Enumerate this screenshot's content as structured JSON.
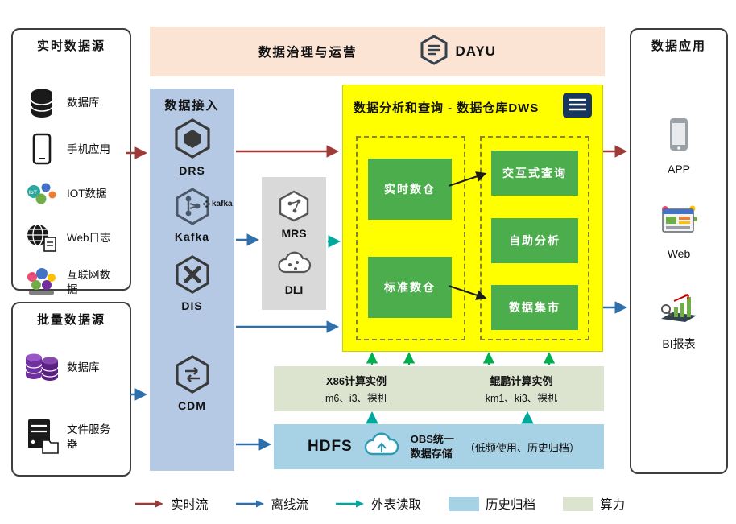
{
  "governance": {
    "title": "数据治理与运营",
    "logo_text": "DAYU"
  },
  "realtime_sources": {
    "title": "实时数据源",
    "items": [
      {
        "label": "数据库",
        "icon": "database-icon"
      },
      {
        "label": "手机应用",
        "icon": "mobile-phone-icon"
      },
      {
        "label": "IOT数据",
        "icon": "iot-icon"
      },
      {
        "label": "Web日志",
        "icon": "web-log-globe-icon"
      },
      {
        "label": "互联网数据",
        "icon": "internet-data-icon"
      }
    ]
  },
  "batch_sources": {
    "title": "批量数据源",
    "items": [
      {
        "label": "数据库",
        "icon": "purple-database-icon"
      },
      {
        "label": "文件服务器",
        "icon": "file-server-icon"
      }
    ]
  },
  "ingestion": {
    "title": "数据接入",
    "items": [
      {
        "label": "DRS",
        "icon": "drs-hexagon-icon"
      },
      {
        "label": "Kafka",
        "icon": "kafka-hexagon-icon",
        "logo": "kafka"
      },
      {
        "label": "DIS",
        "icon": "dis-hexagon-icon"
      },
      {
        "label": "CDM",
        "icon": "cdm-hexagon-icon"
      }
    ]
  },
  "processing": {
    "items": [
      {
        "label": "MRS",
        "icon": "mrs-hexagon-icon"
      },
      {
        "label": "DLI",
        "icon": "dli-cloud-icon"
      }
    ]
  },
  "dws": {
    "title": "数据分析和查询 - 数据仓库DWS",
    "warehouses": [
      {
        "label": "实时数仓"
      },
      {
        "label": "标准数仓"
      }
    ],
    "services": [
      {
        "label": "交互式查询"
      },
      {
        "label": "自助分析"
      },
      {
        "label": "数据集市"
      }
    ]
  },
  "compute": {
    "x86": {
      "title": "X86计算实例",
      "detail": "m6、i3、裸机"
    },
    "kunpeng": {
      "title": "鲲鹏计算实例",
      "detail": "km1、ki3、裸机"
    }
  },
  "storage": {
    "hdfs": "HDFS",
    "obs_line1": "OBS统一",
    "obs_line2": "数据存储",
    "obs_note": "（低频使用、历史归档）"
  },
  "applications": {
    "title": "数据应用",
    "items": [
      {
        "label": "APP",
        "icon": "app-phone-icon"
      },
      {
        "label": "Web",
        "icon": "web-browser-icon"
      },
      {
        "label": "BI报表",
        "icon": "bi-report-chart-icon"
      }
    ]
  },
  "legend": {
    "realtime_flow": "实时流",
    "offline_flow": "离线流",
    "external_read": "外表读取",
    "history_archive": "历史归档",
    "compute_power": "算力"
  },
  "colors": {
    "realtime_arrow": "#9e3b38",
    "offline_arrow": "#2e6fac",
    "external_arrow": "#00a79d",
    "compute_arrow": "#00b050",
    "archive_swatch": "#a7d1e5",
    "compute_swatch": "#dce3cf",
    "dws_background": "#ffff00",
    "green_box": "#4bad4b",
    "governance_bar": "#fbe4d4",
    "ingestion_column": "#b5c9e4"
  }
}
